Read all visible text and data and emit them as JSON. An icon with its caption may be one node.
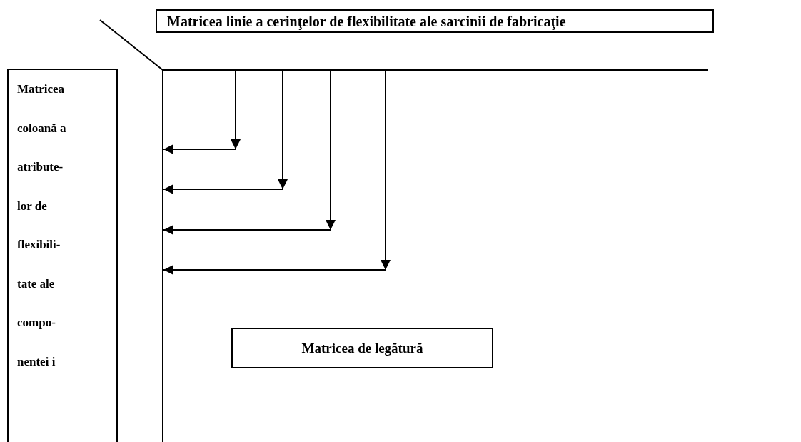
{
  "diagram": {
    "nodes": [
      {
        "text": [
          "Matricea linie a cerinţelor de flexibilitate ale sarcinii de fabricaţie"
        ]
      },
      {
        "text": [
          "Matricea coloană a atribute- lor de flexibili- tate ale compo- nentei i"
        ]
      },
      {
        "text": [
          "Matricea de legătură"
        ]
      },
      {
        "text": [],
        "shape": "bar"
      },
      {
        "text": [],
        "shape": "bar"
      }
    ],
    "edges": [
      {
        "from": 3,
        "to": 4,
        "arrow": "to"
      },
      {
        "from": 3,
        "to": 4,
        "arrow": "to"
      },
      {
        "from": 3,
        "to": 4,
        "arrow": "to"
      },
      {
        "from": 3,
        "to": 4,
        "arrow": "to"
      }
    ]
  }
}
